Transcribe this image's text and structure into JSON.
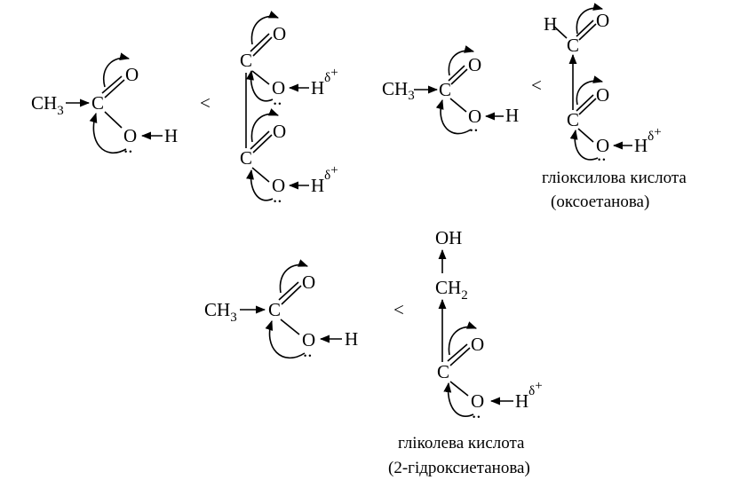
{
  "symbols": {
    "ch3": "CH",
    "ch2": "CH",
    "sub3": "3",
    "sub2": "2",
    "c": "C",
    "o": "O",
    "h": "H",
    "oh": "OH",
    "delta": "δ",
    "plus": "+",
    "lt": "<",
    "lone_pair": ".."
  },
  "captions": {
    "glyoxylic_name": "гліоксилова кислота",
    "glyoxylic_alt": "(оксоетанова)",
    "glycolic_name": "гліколева кислота",
    "glycolic_alt": "(2-гідроксиетанова)"
  }
}
